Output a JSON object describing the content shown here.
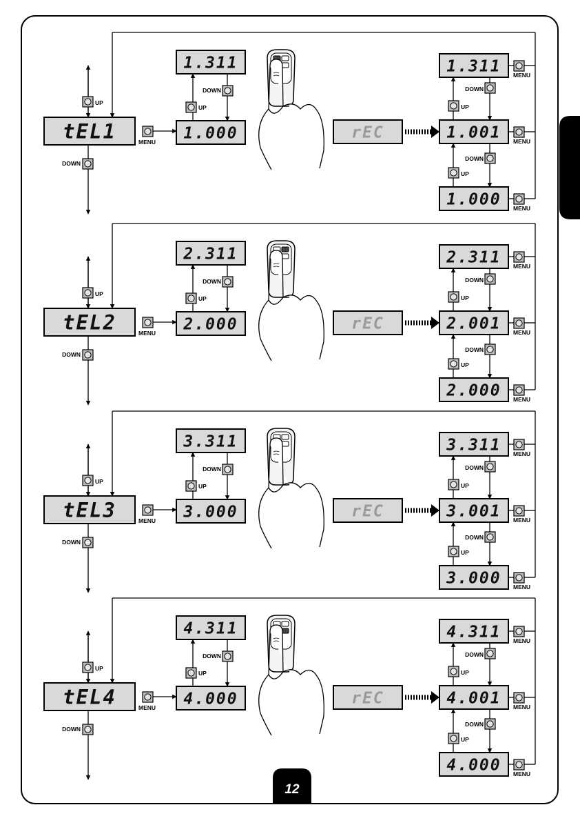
{
  "page": {
    "number": "12",
    "side_tab_color": "#000000",
    "lcd_color": "#d9d9d9",
    "button_color": "#bdbdbd"
  },
  "labels": {
    "up": "UP",
    "down": "DOWN",
    "menu": "MENU"
  },
  "icons": {
    "button": "square-push-button-icon",
    "remote": "remote-control-icon",
    "hand": "pressing-hand-icon",
    "arrow": "flow-arrow-icon"
  },
  "rows": [
    {
      "channel": "tEL1",
      "top_display": "1.311",
      "entry_display": "1.000",
      "rec_display": "rEC",
      "result_top": "1.311",
      "result_mid": "1.001",
      "result_bottom": "1.000",
      "remote_button": "top-left"
    },
    {
      "channel": "tEL2",
      "top_display": "2.311",
      "entry_display": "2.000",
      "rec_display": "rEC",
      "result_top": "2.311",
      "result_mid": "2.001",
      "result_bottom": "2.000",
      "remote_button": "top-right"
    },
    {
      "channel": "tEL3",
      "top_display": "3.311",
      "entry_display": "3.000",
      "rec_display": "rEC",
      "result_top": "3.311",
      "result_mid": "3.001",
      "result_bottom": "3.000",
      "remote_button": "bottom-left"
    },
    {
      "channel": "tEL4",
      "top_display": "4.311",
      "entry_display": "4.000",
      "rec_display": "rEC",
      "result_top": "4.311",
      "result_mid": "4.001",
      "result_bottom": "4.000",
      "remote_button": "bottom-right"
    }
  ]
}
